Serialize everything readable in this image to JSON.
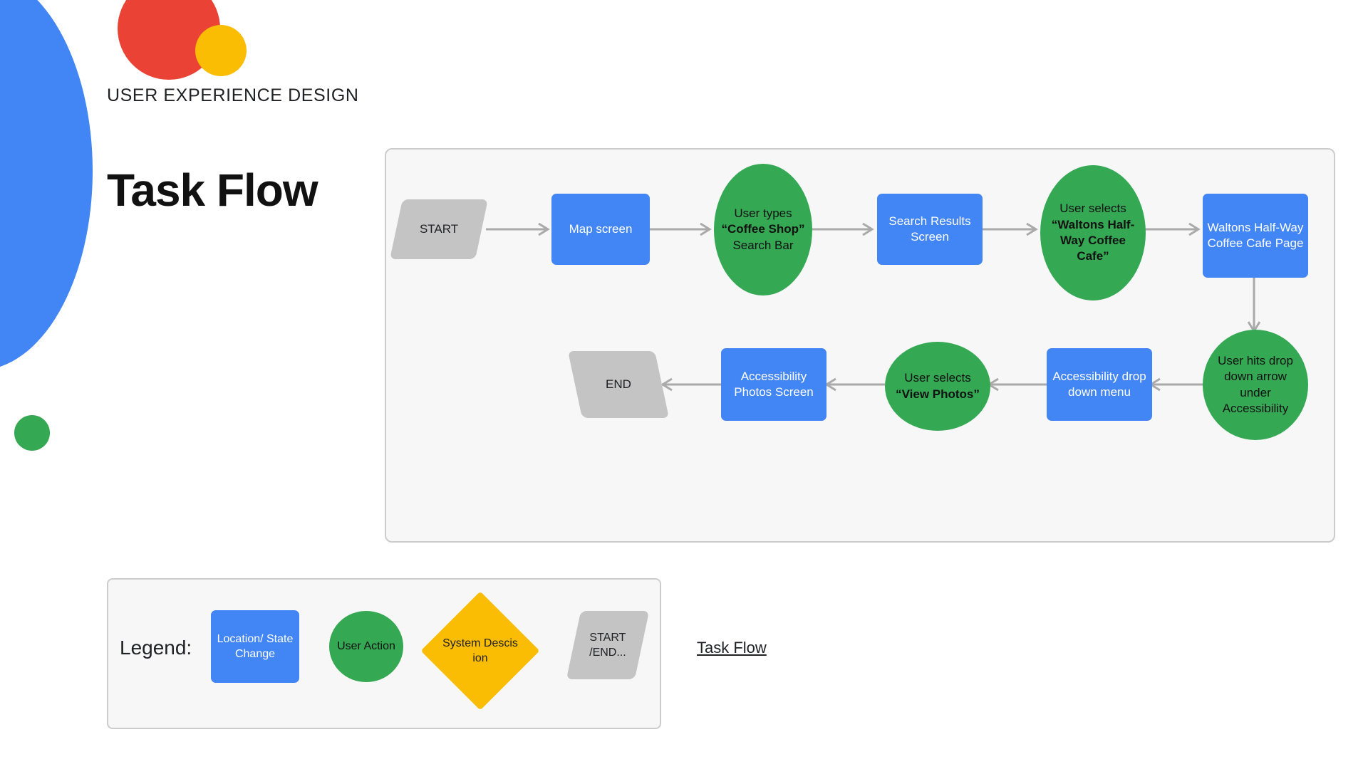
{
  "branding": {
    "kicker": "USER EXPERIENCE DESIGN",
    "title": "Task Flow",
    "colors": {
      "blue": "#4285F4",
      "red": "#EA4335",
      "yellow": "#FBBC04",
      "green": "#34A853",
      "grey": "#C4C4C4",
      "canvas": "#F7F7F7",
      "border": "#CCCCCC",
      "connector": "#AAAAAA"
    }
  },
  "flow": {
    "nodes": [
      {
        "id": "start",
        "type": "terminal",
        "label": "START"
      },
      {
        "id": "map-screen",
        "type": "process",
        "label": "Map screen"
      },
      {
        "id": "types-coffee",
        "type": "action",
        "label": "User types “Coffee Shop” Search Bar",
        "parts": [
          {
            "text": "User types ",
            "bold": false
          },
          {
            "text": "“Coffee Shop”",
            "bold": true
          },
          {
            "text": " Search Bar",
            "bold": false
          }
        ]
      },
      {
        "id": "search-results",
        "type": "process",
        "label": "Search Results Screen"
      },
      {
        "id": "selects-waltons",
        "type": "action",
        "label": "User selects “Waltons Half-Way Coffee Cafe”",
        "parts": [
          {
            "text": "User selects ",
            "bold": false
          },
          {
            "text": "“Waltons Half-Way Coffee Cafe”",
            "bold": true
          }
        ]
      },
      {
        "id": "waltons-page",
        "type": "process",
        "label": "Waltons Half-Way Coffee Cafe Page"
      },
      {
        "id": "hits-dropdown",
        "type": "action",
        "label": "User hits drop down arrow under Accessibility",
        "parts": [
          {
            "text": "User hits drop down arrow under Accessibility",
            "bold": false
          }
        ]
      },
      {
        "id": "accessibility-menu",
        "type": "process",
        "label": "Accessibility drop down menu"
      },
      {
        "id": "selects-photos",
        "type": "action",
        "label": "User selects “View Photos”",
        "parts": [
          {
            "text": "User selects ",
            "bold": false
          },
          {
            "text": "“View Photos”",
            "bold": true
          }
        ]
      },
      {
        "id": "photos-screen",
        "type": "process",
        "label": "Accessibility Photos Screen"
      },
      {
        "id": "end",
        "type": "terminal",
        "label": "END"
      }
    ]
  },
  "legend": {
    "title": "Legend:",
    "items": [
      {
        "id": "location-state-change",
        "shape": "rect",
        "label": "Location/ State Change"
      },
      {
        "id": "user-action",
        "shape": "circle",
        "label": "User Action"
      },
      {
        "id": "system-decision",
        "shape": "diamond",
        "label": "System Descis ion"
      },
      {
        "id": "start-end",
        "shape": "parallelogram",
        "label": "START /END..."
      }
    ]
  },
  "footer": {
    "task_flow_link": "Task Flow"
  }
}
